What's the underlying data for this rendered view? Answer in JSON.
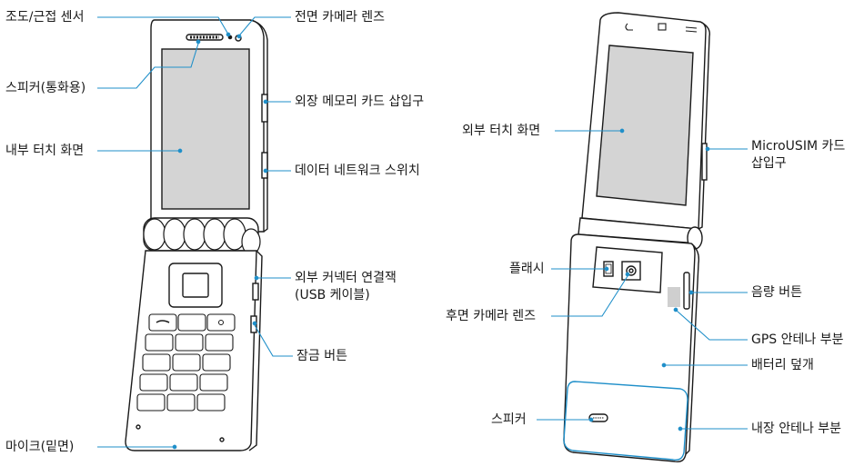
{
  "colors": {
    "leader": "#1f8fc9",
    "outline": "#1a1a1a",
    "screen": "#d4d4d4",
    "body_fill": "#ffffff"
  },
  "front_labels": {
    "ambient_sensor": "조도/근접 센서",
    "front_camera": "전면 카메라 렌즈",
    "speaker_call": "스피커(통화용)",
    "memory_card_slot": "외장 메모리 카드 삽입구",
    "inner_touch_screen": "내부 터치 화면",
    "data_network_switch": "데이터 네트워크 스위치",
    "ext_connector_line1": "외부 커넥터 연결잭",
    "ext_connector_line2": "(USB 케이블)",
    "lock_button": "잠금 버튼",
    "mic": "마이크(밑면)"
  },
  "back_labels": {
    "outer_touch_screen": "외부 터치 화면",
    "usim_slot_line1": "MicroUSIM 카드",
    "usim_slot_line2": "삽입구",
    "flash": "플래시",
    "volume_button": "음량 버튼",
    "rear_camera": "후면 카메라 렌즈",
    "gps_antenna": "GPS 안테나 부분",
    "battery_cover": "배터리 덮개",
    "speaker": "스피커",
    "internal_antenna": "내장 안테나 부분"
  }
}
